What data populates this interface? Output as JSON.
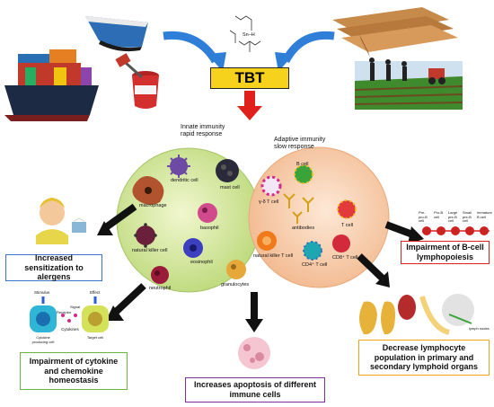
{
  "center": {
    "compound": "TBT",
    "formula": "Sn–H"
  },
  "innate": {
    "title_line1": "Innate immunity",
    "title_line2": "rapid response",
    "cells": [
      "dendritic cell",
      "mast cell",
      "macrophage",
      "basophil",
      "natural killer cell",
      "eosinophil",
      "neutrophil",
      "granulocytes"
    ]
  },
  "adaptive": {
    "title_line1": "Adaptive immunity",
    "title_line2": "slow response",
    "cells": [
      "B cell",
      "γ-δ T cell",
      "antibodies",
      "T cell",
      "natural killer T cell",
      "CD4⁺ T cell",
      "CD8⁺ T cell"
    ]
  },
  "effects": {
    "sensitization": "Increased sensitization to alergens",
    "b_cell": "Impairment of B-cell lymphopoiesis",
    "cytokine": "Impairment of cytokine and chemokine homeostasis",
    "apoptosis": "Increases apoptosis of different immune cells",
    "lymphocyte": "Decrease lymphocyte population in primary and secondary lymphoid organs"
  },
  "b_stages": [
    "Pre-pro-B cell",
    "Pro-B cell",
    "Large pre-B cell",
    "Small pre-B cell",
    "Immature B cell"
  ],
  "cytokine_panel": {
    "stimulus": "Stimulus",
    "effect": "Effect",
    "signal": "Signal",
    "receptor": "Receptor",
    "cytokines": "Cytokines",
    "producing": "Cytokine producing cell",
    "target": "Target cell"
  },
  "organ_label": "lymph nodes",
  "colors": {
    "tbt_fill": "#f6d21d",
    "blue_arrow": "#2f7fd8",
    "red_arrow": "#e0201b",
    "innate_bg": "#d9ec9a",
    "adaptive_bg": "#f7cfae",
    "box_blue": "#3a73c9",
    "box_red": "#e0201b",
    "box_green": "#6db33f",
    "box_purple": "#7a2f9a",
    "box_orange": "#f0a020"
  }
}
